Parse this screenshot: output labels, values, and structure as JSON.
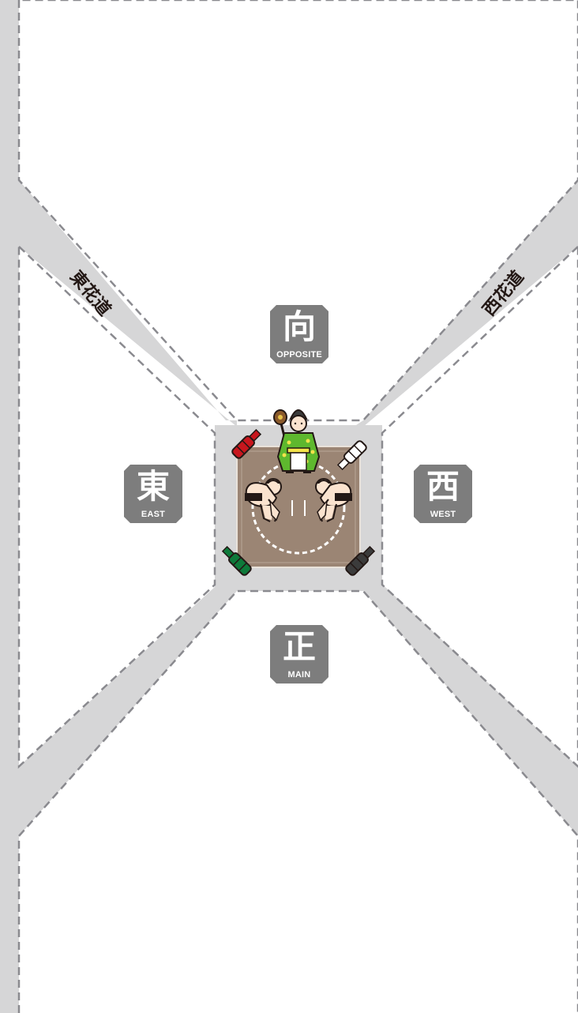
{
  "sections": {
    "opposite": {
      "kanji": "向",
      "label": "OPPOSITE"
    },
    "east": {
      "kanji": "東",
      "label": "EAST"
    },
    "west": {
      "kanji": "西",
      "label": "WEST"
    },
    "main": {
      "kanji": "正",
      "label": "MAIN"
    }
  },
  "aisles": {
    "east_hanamichi": "東花道",
    "west_hanamichi": "西花道"
  },
  "tassels": {
    "northeast": "white",
    "northwest": "red",
    "southwest": "green",
    "southeast": "black"
  },
  "colors": {
    "aisle": "#d6d6d7",
    "border": "#8a8a8f",
    "label_bg": "#7d7d7d",
    "ring": "#9b8574",
    "tassel_red": "#c8161d",
    "tassel_green": "#0e7a3a",
    "tassel_white": "#ffffff",
    "tassel_black": "#3b3b3b",
    "referee_robe": "#5eb82e"
  }
}
